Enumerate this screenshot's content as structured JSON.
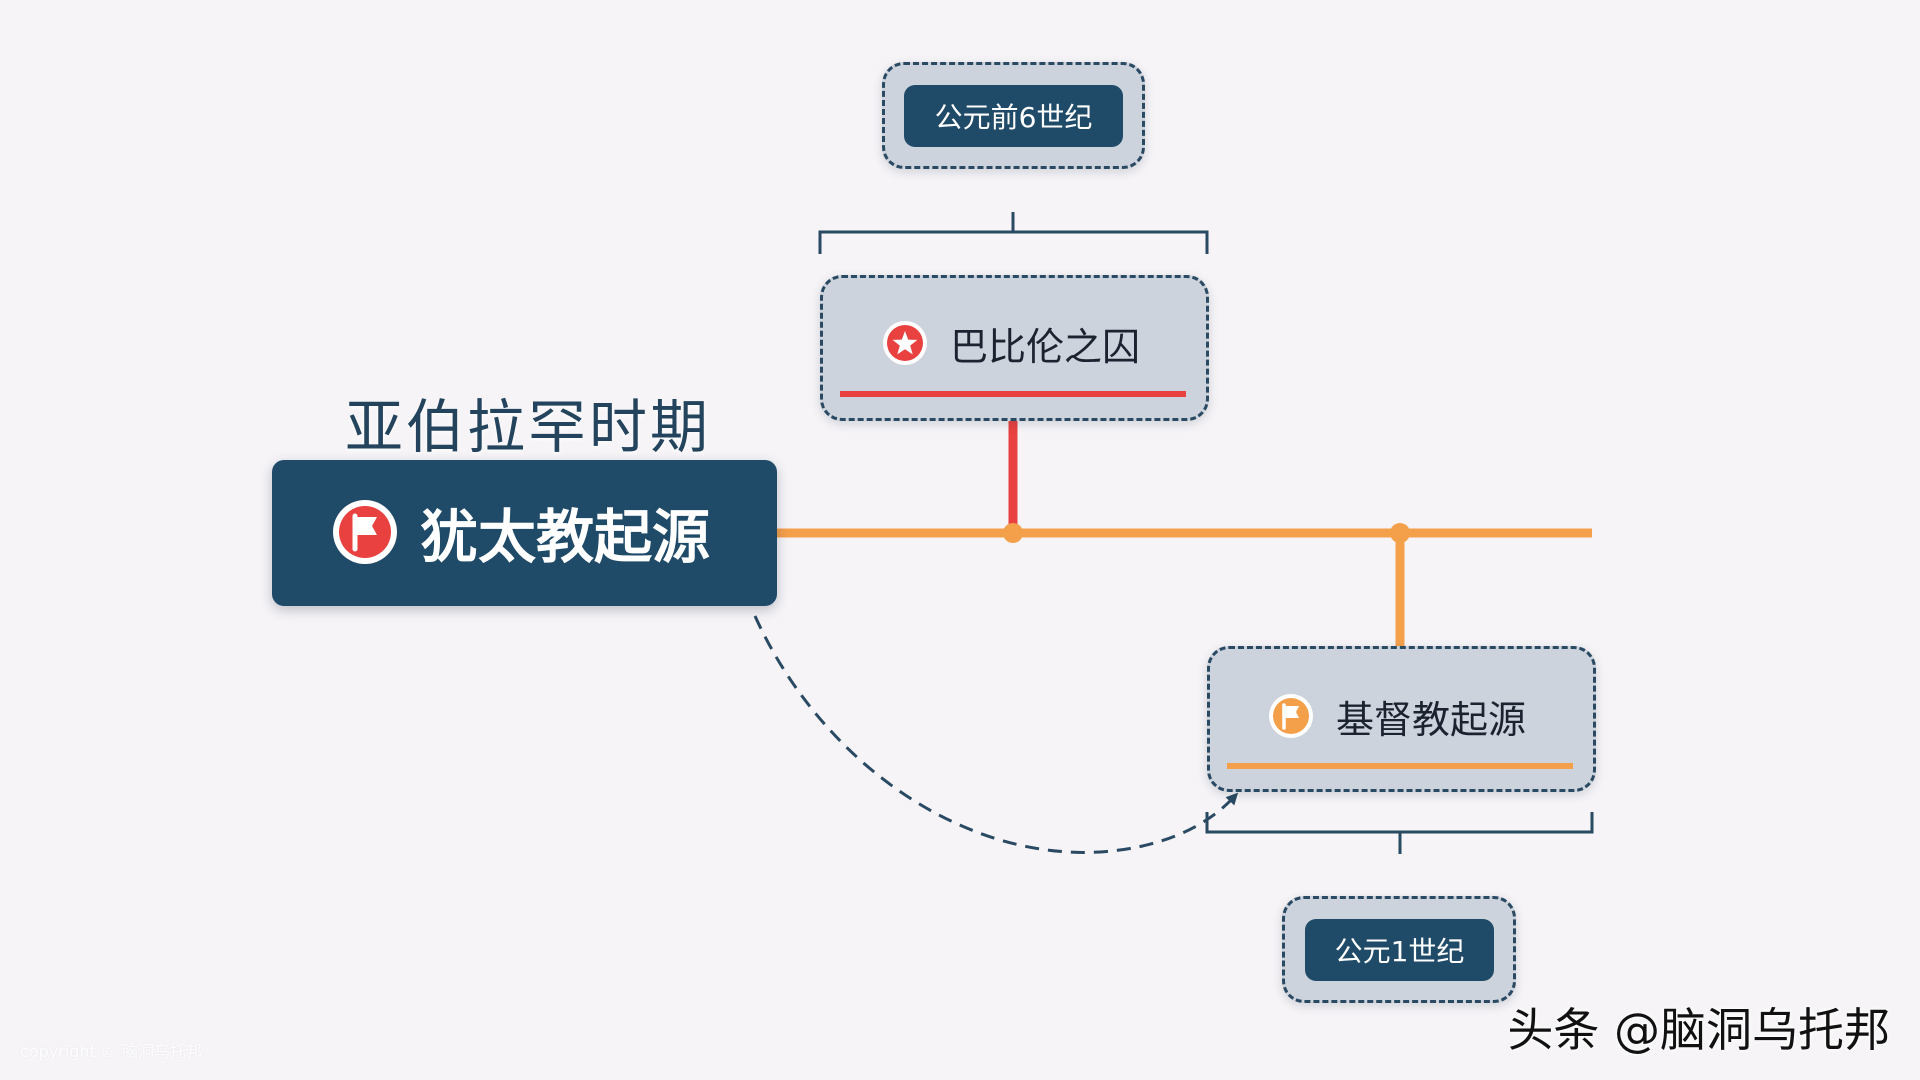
{
  "period_title": "亚伯拉罕时期",
  "root": {
    "label": "犹太教起源",
    "icon": "flag-icon",
    "icon_color": "#e8413f"
  },
  "nodes": [
    {
      "id": "babylon",
      "label": "巴比伦之囚",
      "icon": "star-icon",
      "icon_color": "#e8413f",
      "underline_color": "#e8413f",
      "date": "公元前6世纪"
    },
    {
      "id": "christianity",
      "label": "基督教起源",
      "icon": "flag-icon",
      "icon_color": "#f4a04b",
      "underline_color": "#f4a04b",
      "date": "公元1世纪"
    }
  ],
  "colors": {
    "timeline": "#f4a04b",
    "dark_box": "#1f4a68",
    "frame_border": "#2a4a63",
    "frame_fill": "#cdd3dc",
    "background": "#f6f4f7"
  },
  "watermark": "头条 @脑洞乌托邦",
  "copyright": "copyright © 脑洞乌托邦"
}
